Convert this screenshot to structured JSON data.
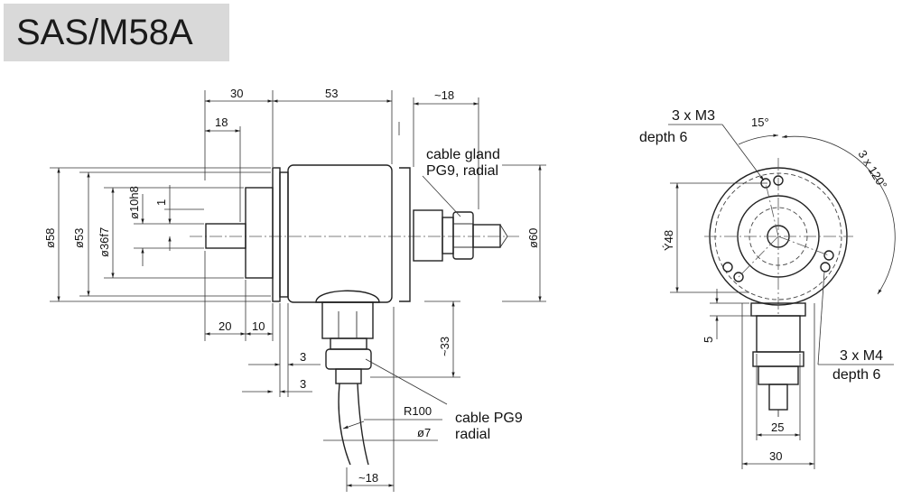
{
  "title": "SAS/M58A",
  "labels": {
    "d30_top": "30",
    "d53_top": "53",
    "d18_top_right": "~18",
    "d18_shaft": "18",
    "d58": "ø58",
    "d53_dia": "ø53",
    "d36": "ø36f7",
    "d10": "ø10h8",
    "d1": "1",
    "d60": "ø60",
    "d20": "20",
    "d10_bottom": "10",
    "d3_a": "3",
    "d3_b": "3",
    "d33": "~33",
    "r100": "R100",
    "d7": "ø7",
    "d18_bottom": "~18",
    "cable_gland_1": "cable gland",
    "cable_gland_2": "PG9, radial",
    "cable_pg9_1": "cable PG9",
    "cable_pg9_2": "radial",
    "m3_1": "3 x M3",
    "m3_2": "depth 6",
    "deg15": "15°",
    "deg120": "3 x 120°",
    "y48": "Ý48",
    "d5": "5",
    "m4_1": "3 x M4",
    "m4_2": "depth 6",
    "d25": "25",
    "d30_bottom": "30"
  }
}
